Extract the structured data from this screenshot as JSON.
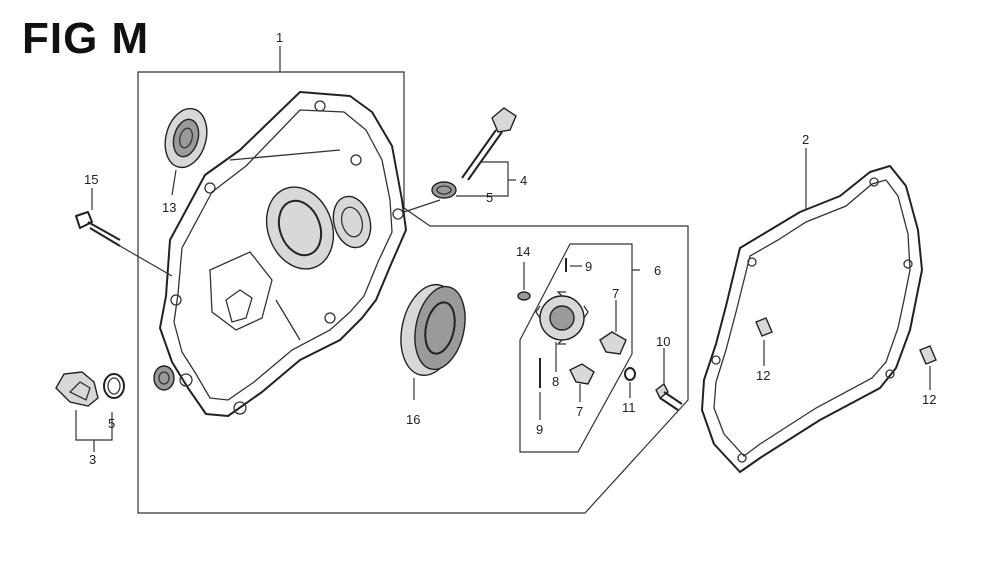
{
  "figure": {
    "title": "FIG M"
  },
  "callouts": {
    "c1": "1",
    "c2": "2",
    "c3": "3",
    "c4": "4",
    "c5a": "5",
    "c5b": "5",
    "c6": "6",
    "c7a": "7",
    "c7b": "7",
    "c8": "8",
    "c9a": "9",
    "c9b": "9",
    "c10": "10",
    "c11": "11",
    "c12a": "12",
    "c12b": "12",
    "c13": "13",
    "c14": "14",
    "c15": "15",
    "c16": "16"
  }
}
